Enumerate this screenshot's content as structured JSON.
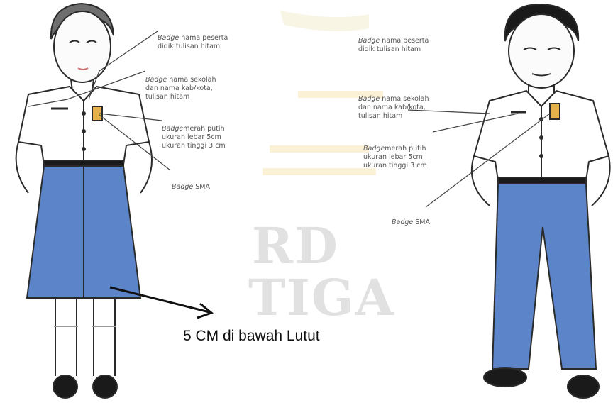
{
  "left_figure": {
    "callouts": [
      {
        "badge": "Badge",
        "text": "nama peserta\ndidik tulisan hitam"
      },
      {
        "badge": "Badge",
        "text": "nama sekolah\ndan nama kab/kota,\ntulisan hitam"
      },
      {
        "badge": "Badge",
        "text": "merah putih\nukuran lebar 5cm\nukuran tinggi 3 cm"
      },
      {
        "badge": "Badge",
        "text": "SMA"
      }
    ]
  },
  "right_figure": {
    "callouts": [
      {
        "badge": "Badge",
        "text": "nama peserta\ndidik tulisan hitam"
      },
      {
        "badge": "Badge",
        "text": "nama sekolah\ndan nama kab/kota,\ntulisan hitam"
      },
      {
        "badge": "Badge",
        "text": "merah putih\nukuran lebar 5cm\nukuran tinggi 3 cm"
      },
      {
        "badge": "Badge",
        "text": "SMA"
      }
    ]
  },
  "annotation": {
    "text": "5 CM di bawah Lutut"
  },
  "watermark": {
    "line1": "RD",
    "line2": "TIGA"
  },
  "colors": {
    "skirt": "#5b84c9",
    "trousers": "#5b84c9",
    "shirt": "#ffffff",
    "outline": "#2a2a2a",
    "badge": "#e6b04a"
  }
}
